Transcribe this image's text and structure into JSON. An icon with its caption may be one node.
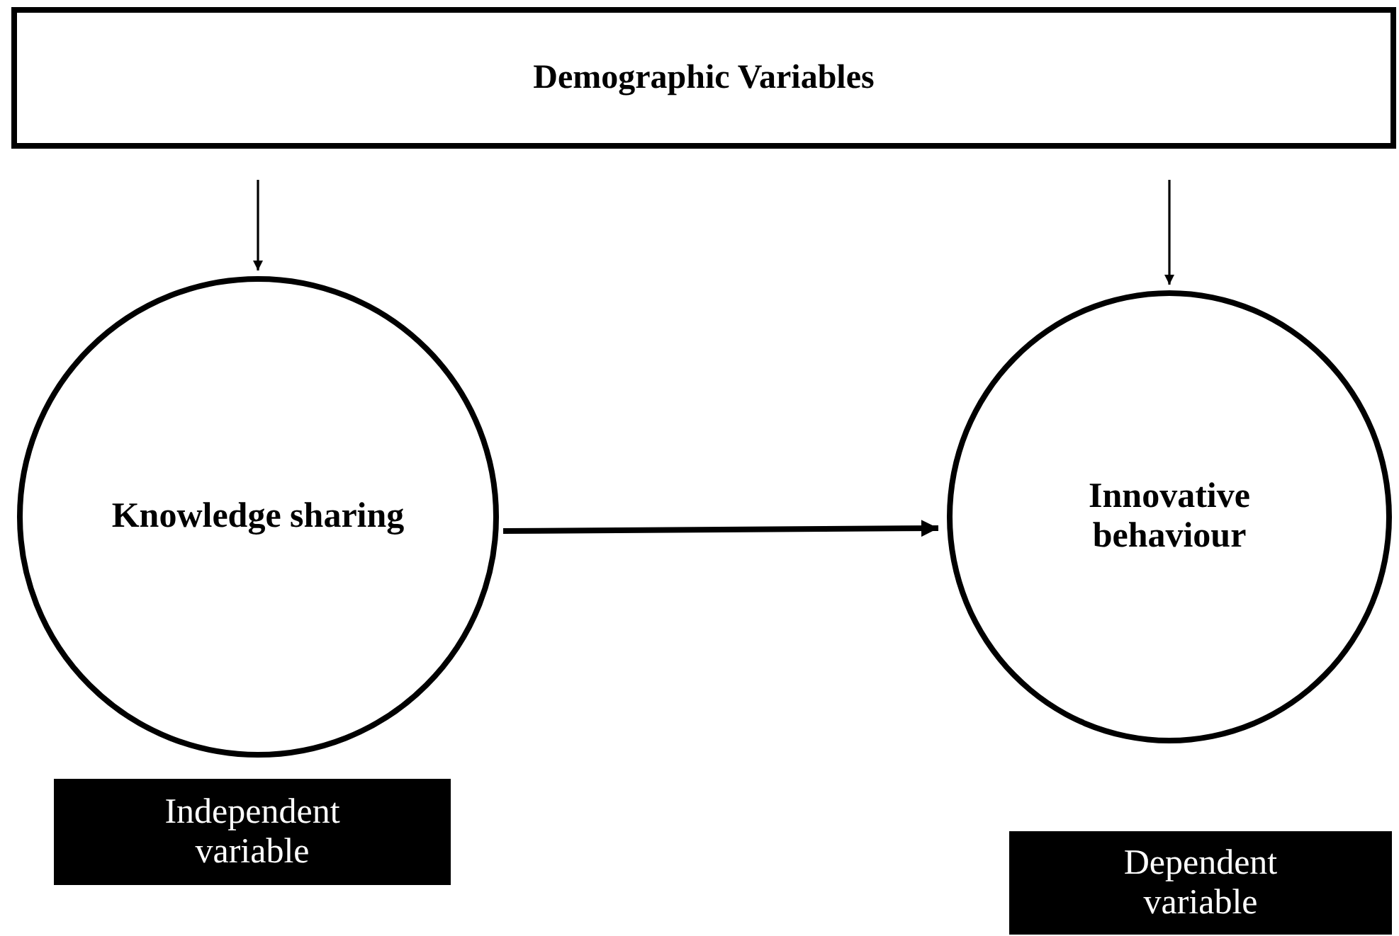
{
  "diagram": {
    "nodes": [
      {
        "text": [
          "Demographic Variables"
        ]
      },
      {
        "text": [
          "Knowledge sharing"
        ]
      },
      {
        "text": [
          "Innovative behaviour"
        ]
      },
      {
        "text": [
          "Independent variable"
        ]
      },
      {
        "text": [
          "Dependent variable"
        ]
      }
    ],
    "edges": [
      {
        "from": 0,
        "to": 1,
        "arrow": "to"
      },
      {
        "from": 0,
        "to": 2,
        "arrow": "to"
      },
      {
        "from": 1,
        "to": 2,
        "arrow": "to",
        "style": "thick"
      }
    ]
  }
}
